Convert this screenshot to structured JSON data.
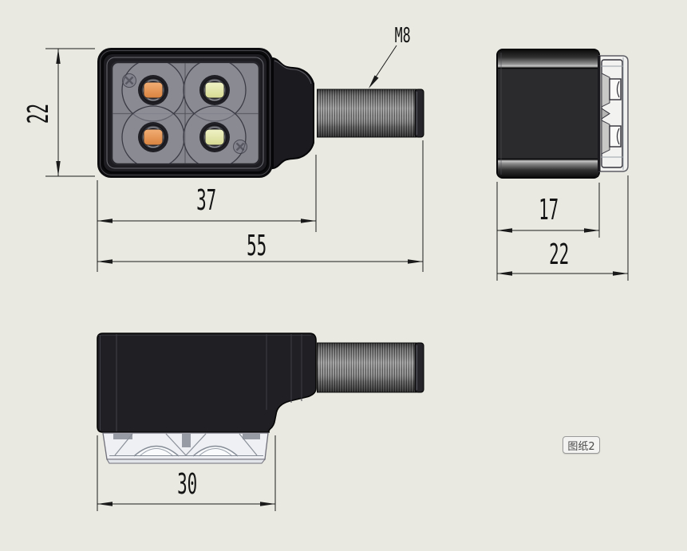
{
  "app": {
    "sheet_tab_label": "图纸2"
  },
  "drawing": {
    "annotations": {
      "thread_callout": "M8"
    },
    "dimensions": {
      "front_height": "22",
      "front_body_length": "37",
      "front_overall_length": "55",
      "side_body_depth": "17",
      "side_overall_depth": "22",
      "bottom_lens_width": "30"
    },
    "colors": {
      "background": "#e9e9e1",
      "housing_black": "#1b1b1f",
      "front_lens_gray": "#85858d",
      "led_orange": "#e0915a",
      "led_yellow": "#e3e6ac",
      "clear_lens": "#eef0f4",
      "thread_light": "#9c9c9c",
      "thread_dark": "#474747",
      "dimension_lines": "#1a1a1a"
    }
  }
}
